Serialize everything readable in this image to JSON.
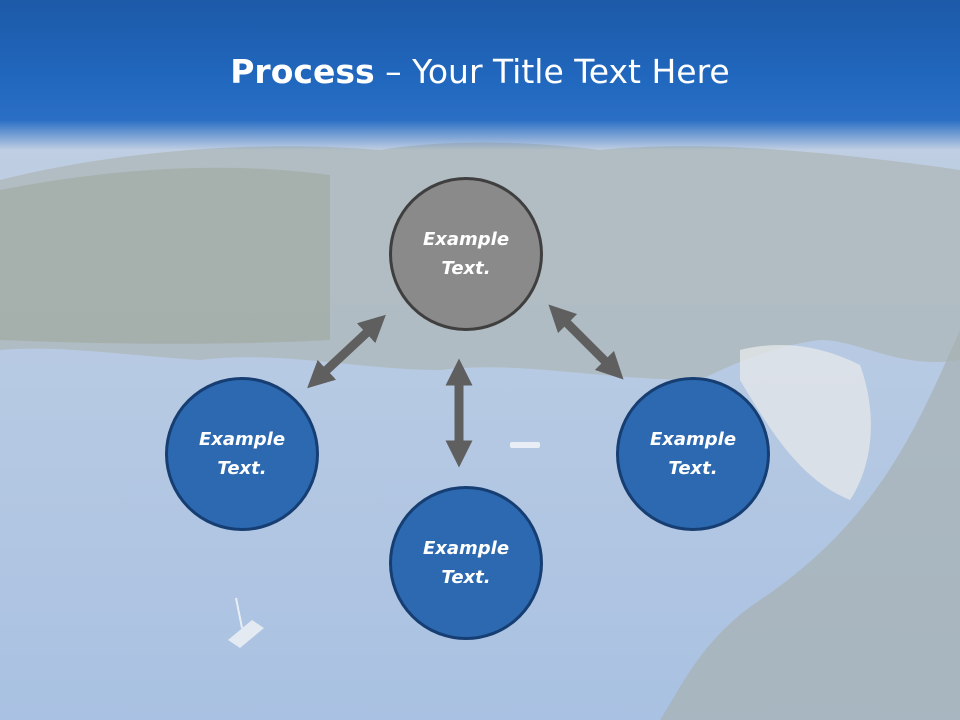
{
  "title": {
    "bold": "Process",
    "rest": " – Your Title Text Here"
  },
  "nodes": {
    "top": "Example\nText.",
    "left": "Example\nText.",
    "bottom": "Example\nText.",
    "right": "Example\nText."
  },
  "colors": {
    "header": "#2168bf",
    "node_blue": "#2c69b0",
    "node_gray": "#8a8a8a",
    "arrow": "#5f5f5f"
  }
}
